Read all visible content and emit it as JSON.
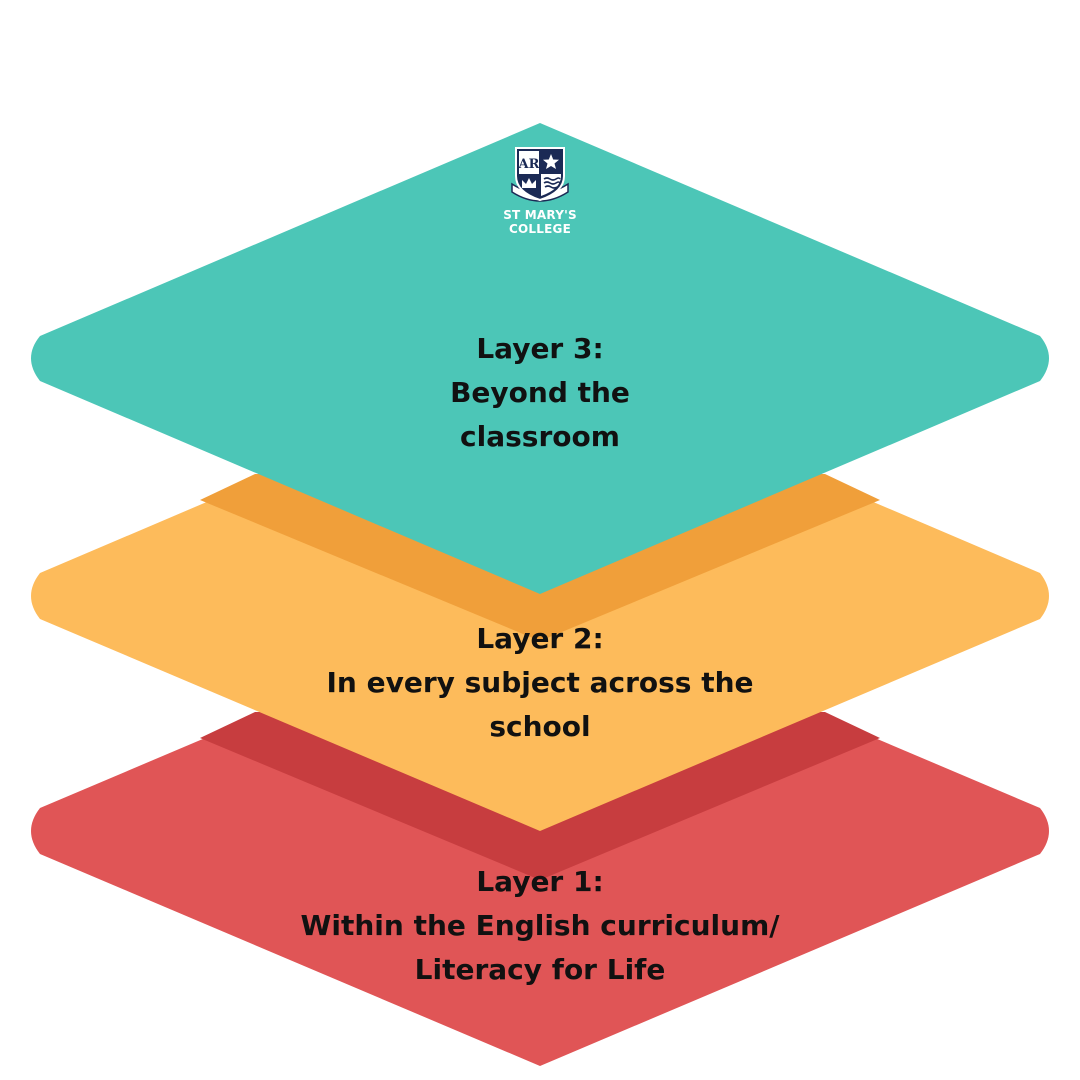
{
  "colors": {
    "layer_3": "#4cc6b7",
    "layer_2": "#fdbb5b",
    "layer_2_shadow": "#f09f3a",
    "layer_1": "#e05556",
    "layer_1_shadow": "#c73d3f",
    "logo_navy": "#1b2a55"
  },
  "logo": {
    "line_1": "ST MARY'S",
    "line_2": "COLLEGE",
    "icons": [
      "monogram-icon",
      "star-icon",
      "crown-icon",
      "waves-icon"
    ]
  },
  "layers": {
    "layer_3": {
      "heading": "Layer 3:",
      "line_1": "Beyond the",
      "line_2": "classroom"
    },
    "layer_2": {
      "heading": "Layer 2:",
      "line_1": "In every subject across the",
      "line_2": "school"
    },
    "layer_1": {
      "heading": "Layer 1:",
      "line_1": "Within the English curriculum/",
      "line_2": "Literacy for Life"
    }
  }
}
